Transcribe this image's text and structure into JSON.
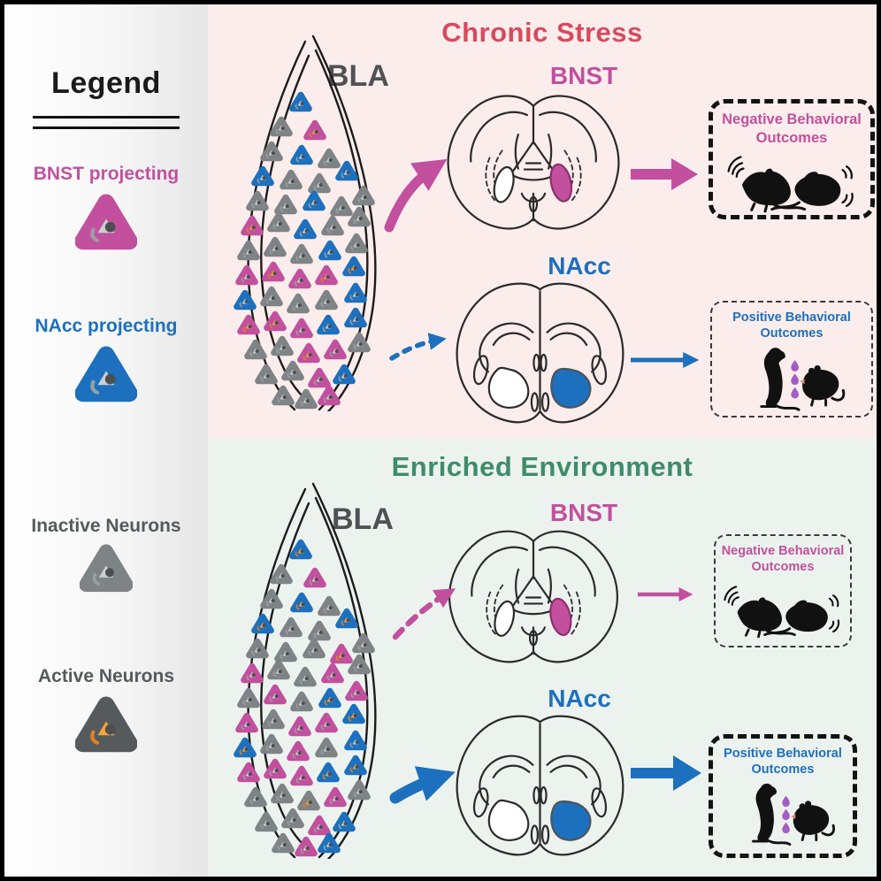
{
  "colors": {
    "magenta": "#c2509e",
    "blue": "#1d70bd",
    "orange": "#f5a33b",
    "gray_fill": "#cbcfcf",
    "gray_outline": "#7e8386",
    "red_title": "#d84a5f",
    "green_title": "#3f8c69",
    "dark_text": "#4f5254",
    "drop_purple": "#a35ec4",
    "mouse_black": "#111111",
    "panel_pink": "#fbedeb",
    "panel_green": "#ecf3ef"
  },
  "icons": {
    "neuron": "rounded-triangle cell with nucleus dot",
    "brain_bnst": "coronal brain section with BNST highlighted",
    "brain_nacc": "coronal brain section with NAcc highlighted",
    "mice_negative": "two mice with ultrasonic vocalization arcs",
    "mice_positive": "rearing mouse, water drops, drinking mouse"
  },
  "legend": {
    "title": "Legend",
    "items": [
      {
        "label": "BNST projecting",
        "type": "p",
        "color": "#c2509e"
      },
      {
        "label": "NAcc projecting",
        "type": "b",
        "color": "#1d70bd"
      },
      {
        "label": "Inactive Neurons",
        "type": "g",
        "color": "#555a5c"
      },
      {
        "label": "Active Neurons",
        "type": "ag_plain",
        "color": "#555a5c"
      }
    ]
  },
  "panels": {
    "chronic": {
      "title": "Chronic Stress",
      "bla_label": "BLA",
      "bnst_label": "BNST",
      "nacc_label": "NAcc",
      "negative_box": {
        "line1": "Negative Behavioral",
        "line2": "Outcomes"
      },
      "positive_box": {
        "line1": "Positive Behavioral",
        "line2": "Outcomes"
      },
      "bnst_pathway": "strong (thick solid arrows)",
      "nacc_pathway": "weak (dashed / thin arrows)",
      "neurons": [
        [
          95,
          80,
          "b"
        ],
        [
          73,
          108,
          "g"
        ],
        [
          111,
          112,
          "ap"
        ],
        [
          62,
          136,
          "g"
        ],
        [
          96,
          140,
          "b"
        ],
        [
          127,
          144,
          "g"
        ],
        [
          52,
          164,
          "b"
        ],
        [
          84,
          168,
          "g"
        ],
        [
          116,
          172,
          "g"
        ],
        [
          147,
          158,
          "b"
        ],
        [
          46,
          192,
          "g"
        ],
        [
          78,
          196,
          "g"
        ],
        [
          110,
          192,
          "b"
        ],
        [
          141,
          198,
          "g"
        ],
        [
          166,
          186,
          "g"
        ],
        [
          40,
          220,
          "ap"
        ],
        [
          70,
          216,
          "g"
        ],
        [
          100,
          224,
          "b"
        ],
        [
          131,
          220,
          "g"
        ],
        [
          161,
          210,
          "g"
        ],
        [
          36,
          248,
          "g"
        ],
        [
          66,
          244,
          "g"
        ],
        [
          96,
          252,
          "g"
        ],
        [
          128,
          248,
          "b"
        ],
        [
          158,
          240,
          "g"
        ],
        [
          34,
          276,
          "p"
        ],
        [
          64,
          272,
          "ap"
        ],
        [
          94,
          280,
          "p"
        ],
        [
          124,
          276,
          "ap"
        ],
        [
          155,
          266,
          "ab"
        ],
        [
          32,
          304,
          "b"
        ],
        [
          62,
          300,
          "g"
        ],
        [
          92,
          308,
          "g"
        ],
        [
          124,
          304,
          "g"
        ],
        [
          157,
          296,
          "b"
        ],
        [
          36,
          332,
          "ap"
        ],
        [
          66,
          328,
          "ap"
        ],
        [
          96,
          336,
          "p"
        ],
        [
          126,
          332,
          "b"
        ],
        [
          157,
          324,
          "b"
        ],
        [
          44,
          360,
          "g"
        ],
        [
          74,
          356,
          "g"
        ],
        [
          104,
          364,
          "ap"
        ],
        [
          134,
          360,
          "p"
        ],
        [
          161,
          352,
          "g"
        ],
        [
          56,
          388,
          "g"
        ],
        [
          86,
          384,
          "g"
        ],
        [
          116,
          392,
          "p"
        ],
        [
          144,
          388,
          "b"
        ],
        [
          75,
          412,
          "g"
        ],
        [
          101,
          416,
          "g"
        ],
        [
          127,
          412,
          "p"
        ]
      ]
    },
    "enriched": {
      "title": "Enriched Environment",
      "bla_label": "BLA",
      "bnst_label": "BNST",
      "nacc_label": "NAcc",
      "negative_box": {
        "line1": "Negative Behavioral",
        "line2": "Outcomes"
      },
      "positive_box": {
        "line1": "Positive Behavioral",
        "line2": "Outcomes"
      },
      "bnst_pathway": "weak (dashed / thin arrows)",
      "nacc_pathway": "strong (thick solid arrows)",
      "neurons": [
        [
          95,
          80,
          "ab"
        ],
        [
          73,
          108,
          "g"
        ],
        [
          111,
          112,
          "p"
        ],
        [
          62,
          136,
          "g"
        ],
        [
          96,
          140,
          "ab"
        ],
        [
          127,
          144,
          "g"
        ],
        [
          52,
          164,
          "ab"
        ],
        [
          84,
          168,
          "g"
        ],
        [
          116,
          172,
          "g"
        ],
        [
          147,
          158,
          "ab"
        ],
        [
          46,
          192,
          "g"
        ],
        [
          78,
          196,
          "g"
        ],
        [
          110,
          192,
          "g"
        ],
        [
          141,
          198,
          "ap"
        ],
        [
          166,
          186,
          "g"
        ],
        [
          40,
          220,
          "p"
        ],
        [
          70,
          216,
          "g"
        ],
        [
          100,
          224,
          "g"
        ],
        [
          131,
          220,
          "p"
        ],
        [
          161,
          210,
          "g"
        ],
        [
          36,
          248,
          "g"
        ],
        [
          66,
          244,
          "p"
        ],
        [
          96,
          252,
          "g"
        ],
        [
          128,
          248,
          "ab"
        ],
        [
          158,
          240,
          "p"
        ],
        [
          34,
          276,
          "p"
        ],
        [
          64,
          272,
          "g"
        ],
        [
          94,
          280,
          "p"
        ],
        [
          124,
          276,
          "p"
        ],
        [
          155,
          266,
          "ab"
        ],
        [
          32,
          304,
          "ab"
        ],
        [
          62,
          300,
          "g"
        ],
        [
          92,
          308,
          "p"
        ],
        [
          124,
          304,
          "g"
        ],
        [
          157,
          296,
          "b"
        ],
        [
          36,
          332,
          "p"
        ],
        [
          66,
          328,
          "p"
        ],
        [
          96,
          336,
          "p"
        ],
        [
          126,
          332,
          "ab"
        ],
        [
          157,
          324,
          "ab"
        ],
        [
          44,
          360,
          "g"
        ],
        [
          74,
          356,
          "g"
        ],
        [
          104,
          364,
          "ag"
        ],
        [
          134,
          360,
          "p"
        ],
        [
          161,
          352,
          "g"
        ],
        [
          56,
          388,
          "g"
        ],
        [
          86,
          384,
          "g"
        ],
        [
          116,
          392,
          "p"
        ],
        [
          144,
          388,
          "b"
        ],
        [
          75,
          412,
          "g"
        ],
        [
          101,
          416,
          "p"
        ],
        [
          127,
          412,
          "b"
        ]
      ]
    }
  }
}
